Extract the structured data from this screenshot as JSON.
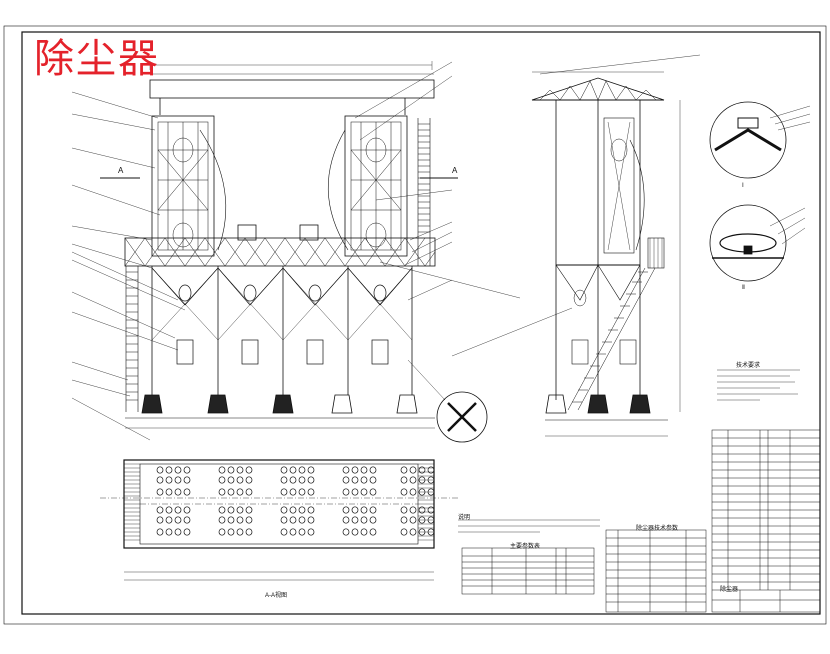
{
  "title": "除尘器",
  "colors": {
    "title_red": "#e4222b",
    "line": "#111111",
    "paper": "#ffffff"
  },
  "labels": {
    "section_A_left": "A",
    "section_A_right": "A",
    "plan_caption": "A-A视图",
    "detail_1": "Ⅰ",
    "detail_2": "Ⅱ",
    "notes_heading": "技术要求",
    "remark_heading": "说明",
    "table_heading_1": "主要参数表",
    "table_heading_2": "除尘器技术参数",
    "title_block_name": "除尘器"
  },
  "icons": [
    "drawing-frame",
    "filter-bag",
    "hopper",
    "rotary-valve",
    "ladder",
    "roof-truss",
    "detail-callout"
  ]
}
